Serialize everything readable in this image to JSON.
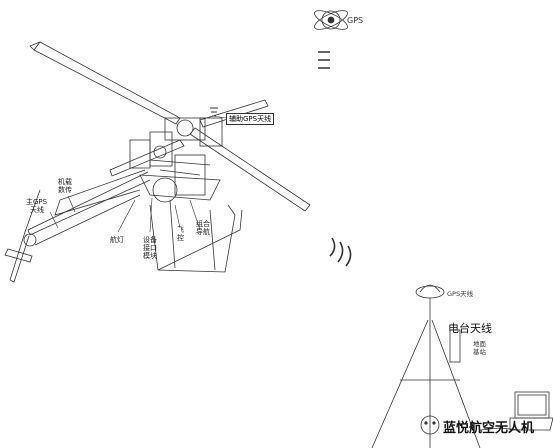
{
  "satellite": {
    "label": "GPS"
  },
  "helicopter": {
    "labels": {
      "aux_gps": "辅助GPS天线",
      "main_gps_line1": "主GPS",
      "main_gps_line2": "天线",
      "airborne_line1": "机载",
      "airborne_line2": "数传",
      "nav_light": "航灯",
      "device_line1": "设备",
      "device_line2": "接口",
      "device_line3": "模块",
      "fly_line1": "飞",
      "fly_line2": "控",
      "combo_line1": "组合",
      "combo_line2": "导航"
    }
  },
  "ground": {
    "gps_antenna": "GPS天线",
    "radio_antenna": "电台天线",
    "base_line1": "地面",
    "base_line2": "基站"
  },
  "watermark": {
    "text": "蓝悦航空无人机"
  },
  "colors": {
    "line": "#333333",
    "fill": "#ffffff"
  }
}
